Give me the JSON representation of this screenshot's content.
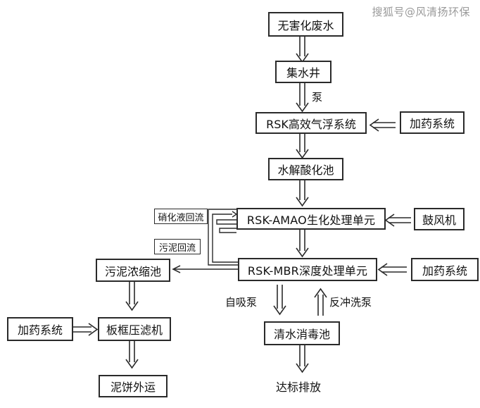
{
  "watermark": "搜狐号@风清扬环保",
  "nodes": {
    "wastewater": "无害化废水",
    "sump": "集水井",
    "daf": "RSK高效气浮系统",
    "dosing1": "加药系统",
    "hydrolysis": "水解酸化池",
    "amao": "RSK-AMAO生化处理单元",
    "blower": "鼓风机",
    "mbr": "RSK-MBR深度处理单元",
    "dosing2": "加药系统",
    "thickener": "污泥浓缩池",
    "filterpress": "板框压滤机",
    "dosing3": "加药系统",
    "sludge_out": "泥饼外运",
    "disinfection": "清水消毒池",
    "discharge": "达标排放",
    "nitrate_return": "硝化液回流",
    "sludge_return": "污泥回流"
  },
  "labels": {
    "pump": "泵",
    "self_priming": "自吸泵",
    "backwash": "反冲洗泵"
  }
}
